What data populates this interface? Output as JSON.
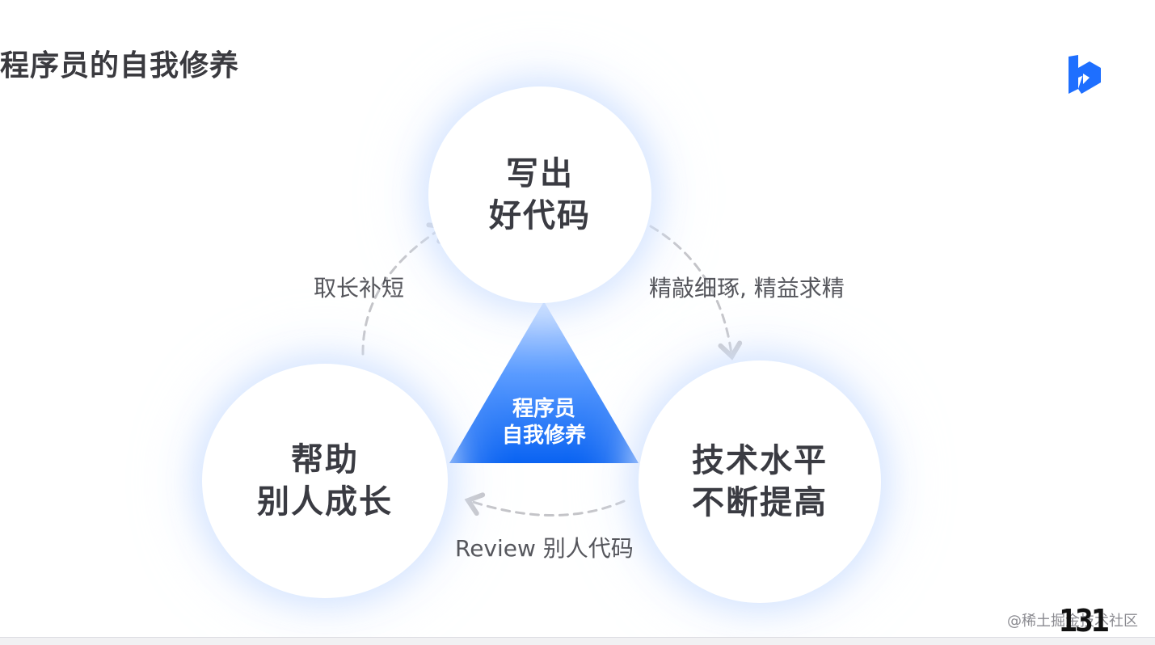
{
  "slide": {
    "title": "程序员的自我修养",
    "page_number": "131",
    "watermark": "@稀土掘金技术社区"
  },
  "diagram": {
    "center": {
      "line1": "程序员",
      "line2": "自我修养"
    },
    "nodes": {
      "top": {
        "line1": "写出",
        "line2": "好代码"
      },
      "right": {
        "line1": "技术水平",
        "line2": "不断提高"
      },
      "left": {
        "line1": "帮助",
        "line2": "别人成长"
      }
    },
    "edges": {
      "top_to_right": "精敲细琢, 精益求精",
      "right_to_left": "Review 别人代码",
      "left_to_top": "取长补短"
    }
  },
  "colors": {
    "triangle_top": "#bcd6ff",
    "triangle_bottom": "#0a63f2",
    "text_dark": "#3a3b42",
    "arrow": "#c4c4c8",
    "logo": "#1e6fff"
  },
  "icons": {
    "logo": "juejin-k-logo"
  }
}
